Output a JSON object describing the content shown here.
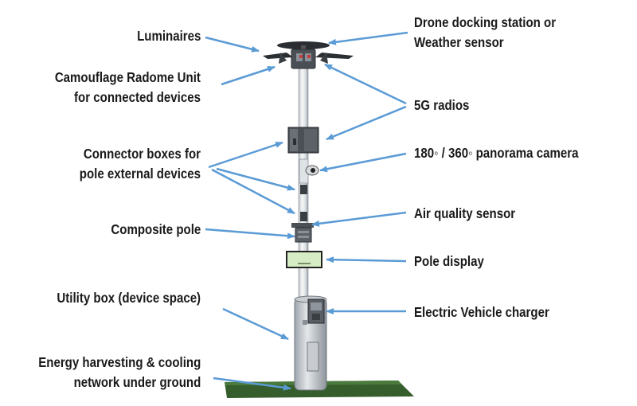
{
  "labels": {
    "luminaires": "Luminaires",
    "radome_line1": "Camouflage Radome Unit",
    "radome_line2": "for connected devices",
    "connector_line1": "Connector boxes for",
    "connector_line2": "pole external devices",
    "composite_pole": "Composite pole",
    "utility_box": "Utility box (device space)",
    "energy_line1": "Energy harvesting & cooling",
    "energy_line2": "network under ground",
    "drone_line1": "Drone docking station or",
    "drone_line2": "Weather sensor",
    "radios_5g": "5G radios",
    "camera": "180◦ / 360◦ panorama camera",
    "air_quality": "Air quality sensor",
    "pole_display": "Pole display",
    "ev_charger": "Electric Vehicle charger"
  },
  "colors": {
    "arrow": "#5b9bd5",
    "pole": "#e9ecef",
    "ground": "#355e2c",
    "display_screen": "#d6ecc4",
    "text": "#1a1a1a"
  },
  "icons": {
    "arrow": "arrow-icon"
  }
}
